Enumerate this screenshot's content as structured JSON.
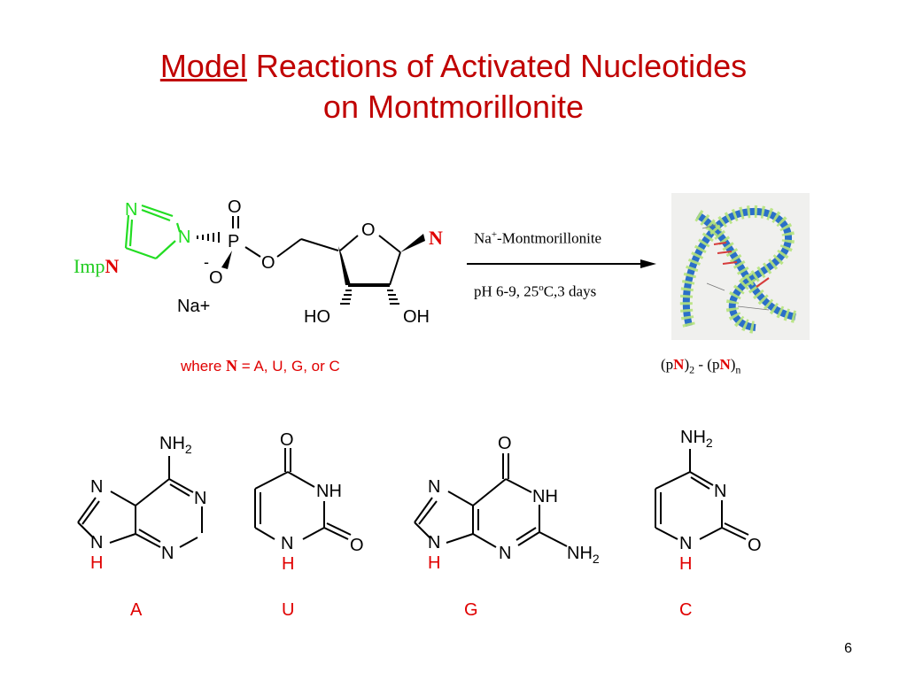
{
  "title": {
    "underlined": "Model",
    "rest_line1": " Reactions of Activated Nucleotides",
    "line2": "on Montmorillonite"
  },
  "reactant": {
    "label_prefix": "Imp",
    "label_n": "N",
    "base_n": "N",
    "counter_ion": "Na+",
    "atoms": {
      "o": "O",
      "p": "P",
      "n": "N",
      "ho": "HO",
      "oh": "OH",
      "minus": "-"
    }
  },
  "note": {
    "prefix": "where ",
    "n": "N",
    "rest": " = A, U, G, or C"
  },
  "conditions": {
    "line1_a": "Na",
    "line1_sup": "+",
    "line1_b": "-Montmorillonite",
    "line2_a": "pH 6-9, 25",
    "line2_sup": "o",
    "line2_b": "C,3 days"
  },
  "product": {
    "a": "(p",
    "n1": "N",
    "b": ")",
    "sub1": "2",
    "c": " - (p",
    "n2": "N",
    "d": ")",
    "sub2": "n"
  },
  "bases": {
    "nh2": "NH",
    "two": "2",
    "n": "N",
    "nh": "NH",
    "o": "O",
    "h": "H",
    "labels": [
      "A",
      "U",
      "G",
      "C"
    ]
  },
  "slide_number": "6",
  "colors": {
    "title": "#c00000",
    "red": "#e00000",
    "green": "#22dd22"
  }
}
